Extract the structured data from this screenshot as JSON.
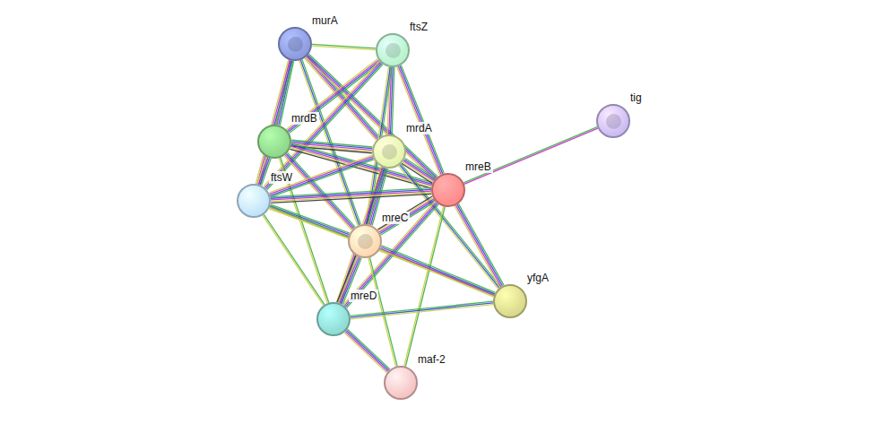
{
  "diagram": {
    "nodes": [
      {
        "text": [
          "murA"
        ]
      },
      {
        "text": [
          "ftsZ"
        ]
      },
      {
        "text": [
          "tig"
        ]
      },
      {
        "text": [
          "mrdB"
        ]
      },
      {
        "text": [
          "mrdA"
        ]
      },
      {
        "text": [
          "mreB"
        ]
      },
      {
        "text": [
          "ftsW"
        ]
      },
      {
        "text": [
          "mreC"
        ]
      },
      {
        "text": [
          "yfgA"
        ]
      },
      {
        "text": [
          "mreD"
        ]
      },
      {
        "text": [
          "maf-2"
        ]
      }
    ],
    "edges": [
      {
        "from": 0,
        "to": 1,
        "arrow": "none"
      },
      {
        "from": 0,
        "to": 3,
        "arrow": "none"
      },
      {
        "from": 0,
        "to": 6,
        "arrow": "none"
      },
      {
        "from": 0,
        "to": 4,
        "arrow": "none"
      },
      {
        "from": 0,
        "to": 5,
        "arrow": "none"
      },
      {
        "from": 0,
        "to": 7,
        "arrow": "none"
      },
      {
        "from": 1,
        "to": 3,
        "arrow": "none"
      },
      {
        "from": 1,
        "to": 6,
        "arrow": "none"
      },
      {
        "from": 1,
        "to": 4,
        "arrow": "none"
      },
      {
        "from": 1,
        "to": 5,
        "arrow": "none"
      },
      {
        "from": 1,
        "to": 7,
        "arrow": "none"
      },
      {
        "from": 3,
        "to": 4,
        "arrow": "none"
      },
      {
        "from": 3,
        "to": 5,
        "arrow": "none"
      },
      {
        "from": 3,
        "to": 6,
        "arrow": "none"
      },
      {
        "from": 3,
        "to": 7,
        "arrow": "none"
      },
      {
        "from": 3,
        "to": 9,
        "arrow": "none"
      },
      {
        "from": 4,
        "to": 6,
        "arrow": "none"
      },
      {
        "from": 4,
        "to": 5,
        "arrow": "none"
      },
      {
        "from": 4,
        "to": 7,
        "arrow": "none"
      },
      {
        "from": 4,
        "to": 9,
        "arrow": "none"
      },
      {
        "from": 4,
        "to": 8,
        "arrow": "none"
      },
      {
        "from": 6,
        "to": 5,
        "arrow": "none"
      },
      {
        "from": 6,
        "to": 7,
        "arrow": "none"
      },
      {
        "from": 6,
        "to": 9,
        "arrow": "none"
      },
      {
        "from": 6,
        "to": 8,
        "arrow": "none"
      },
      {
        "from": 5,
        "to": 2,
        "arrow": "none"
      },
      {
        "from": 5,
        "to": 7,
        "arrow": "none"
      },
      {
        "from": 5,
        "to": 9,
        "arrow": "none"
      },
      {
        "from": 5,
        "to": 8,
        "arrow": "none"
      },
      {
        "from": 5,
        "to": 10,
        "arrow": "none"
      },
      {
        "from": 7,
        "to": 9,
        "arrow": "none"
      },
      {
        "from": 7,
        "to": 8,
        "arrow": "none"
      },
      {
        "from": 7,
        "to": 10,
        "arrow": "none"
      },
      {
        "from": 9,
        "to": 8,
        "arrow": "none"
      },
      {
        "from": 9,
        "to": 10,
        "arrow": "none"
      }
    ]
  }
}
